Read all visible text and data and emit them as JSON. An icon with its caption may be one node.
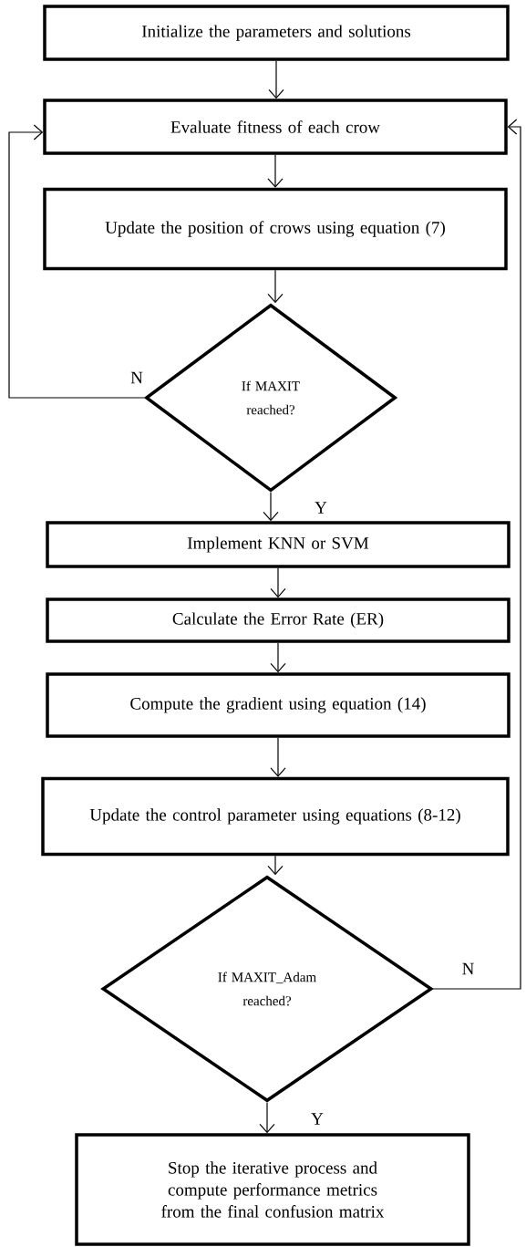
{
  "diagram": {
    "nodes": [
      {
        "text": [
          "Initialize the parameters and solutions"
        ]
      },
      {
        "text": [
          "Evaluate fitness of each crow"
        ]
      },
      {
        "text": [
          "Update the position of crows using equation (7)"
        ]
      },
      {
        "text": [
          "If MAXIT reached?"
        ]
      },
      {
        "text": [
          "Implement KNN or SVM"
        ]
      },
      {
        "text": [
          "Calculate the Error Rate (ER)"
        ]
      },
      {
        "text": [
          "Compute the gradient using equation (14)"
        ]
      },
      {
        "text": [
          "Update the control parameter using equations (8-12)"
        ]
      },
      {
        "text": [
          "If MAXIT_Adam reached?"
        ]
      },
      {
        "text": [
          "Stop the iterative process and compute performance metrics from the final confusion matrix"
        ]
      }
    ],
    "edges": [
      {
        "from": 0,
        "to": 1,
        "arrow": "to"
      },
      {
        "from": 1,
        "to": 2,
        "arrow": "to"
      },
      {
        "from": 2,
        "to": 3,
        "arrow": "to"
      },
      {
        "from": 3,
        "to": 1,
        "arrow": "to",
        "label": "N"
      },
      {
        "from": 3,
        "to": 4,
        "arrow": "to",
        "label": "Y"
      },
      {
        "from": 4,
        "to": 5,
        "arrow": "to"
      },
      {
        "from": 5,
        "to": 6,
        "arrow": "to"
      },
      {
        "from": 6,
        "to": 7,
        "arrow": "to"
      },
      {
        "from": 7,
        "to": 8,
        "arrow": "to"
      },
      {
        "from": 8,
        "to": 9,
        "arrow": "to",
        "label": "Y"
      },
      {
        "from": 8,
        "to": 1,
        "arrow": "to",
        "label": "N"
      }
    ]
  }
}
